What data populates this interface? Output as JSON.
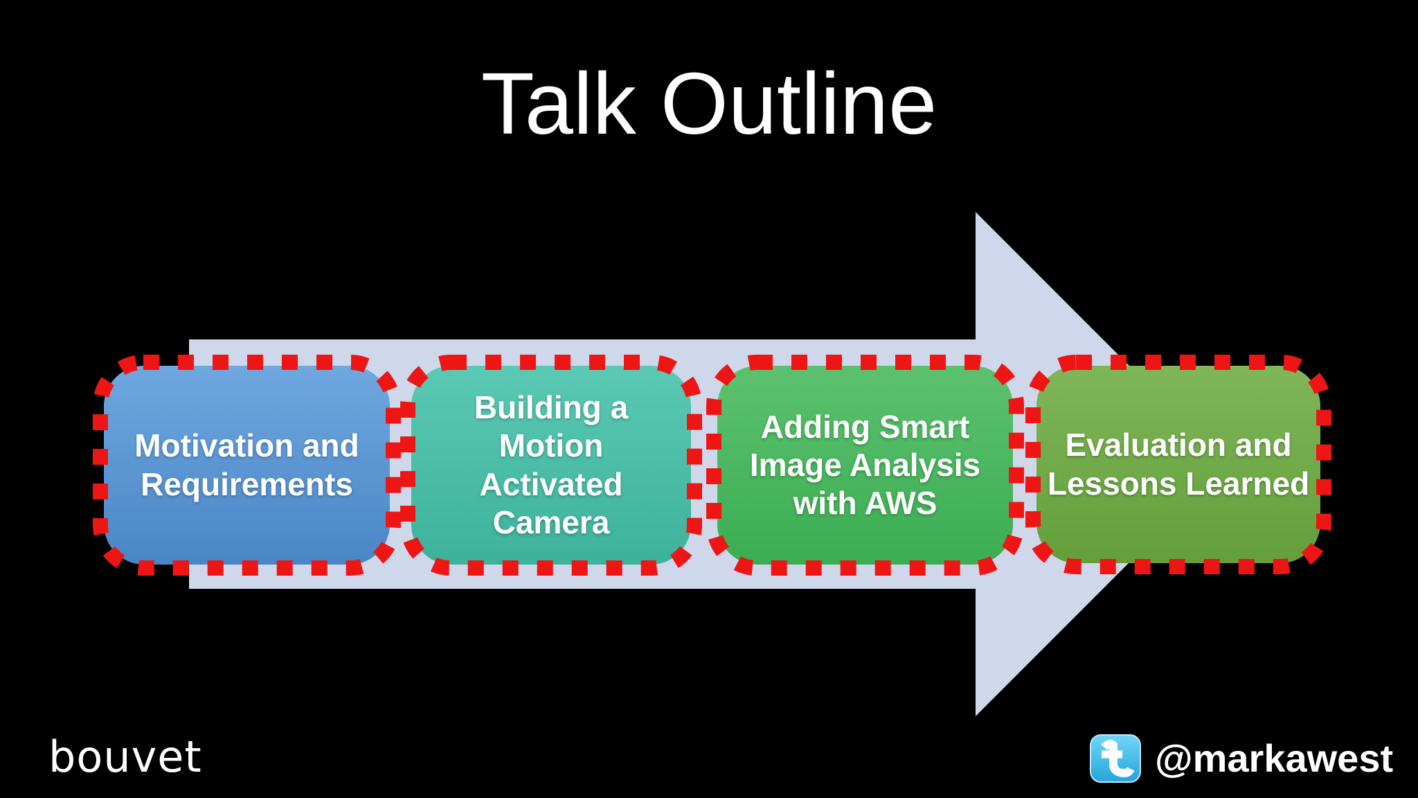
{
  "slide": {
    "title": "Talk Outline",
    "background_color": "#000000"
  },
  "diagram": {
    "type": "process-arrow",
    "arrow_color": "#cfd8ea",
    "dash_color": "#ee1515",
    "steps": [
      {
        "label": "Motivation and\nRequirements",
        "color_top": "#6fa8df",
        "color_bottom": "#4a85c6"
      },
      {
        "label": "Building a\nMotion\nActivated\nCamera",
        "color_top": "#5bc9b4",
        "color_bottom": "#3db29b"
      },
      {
        "label": "Adding Smart\nImage Analysis\nwith AWS",
        "color_top": "#5cc16e",
        "color_bottom": "#3bad52"
      },
      {
        "label": "Evaluation and\nLessons Learned",
        "color_top": "#7fb65a",
        "color_bottom": "#649f3a"
      }
    ]
  },
  "footer": {
    "company_logo": "bouvet",
    "twitter_handle": "@markawest",
    "twitter_icon_color_top": "#70d6f8",
    "twitter_icon_color_bottom": "#25a5db",
    "text_color": "#ffffff"
  }
}
